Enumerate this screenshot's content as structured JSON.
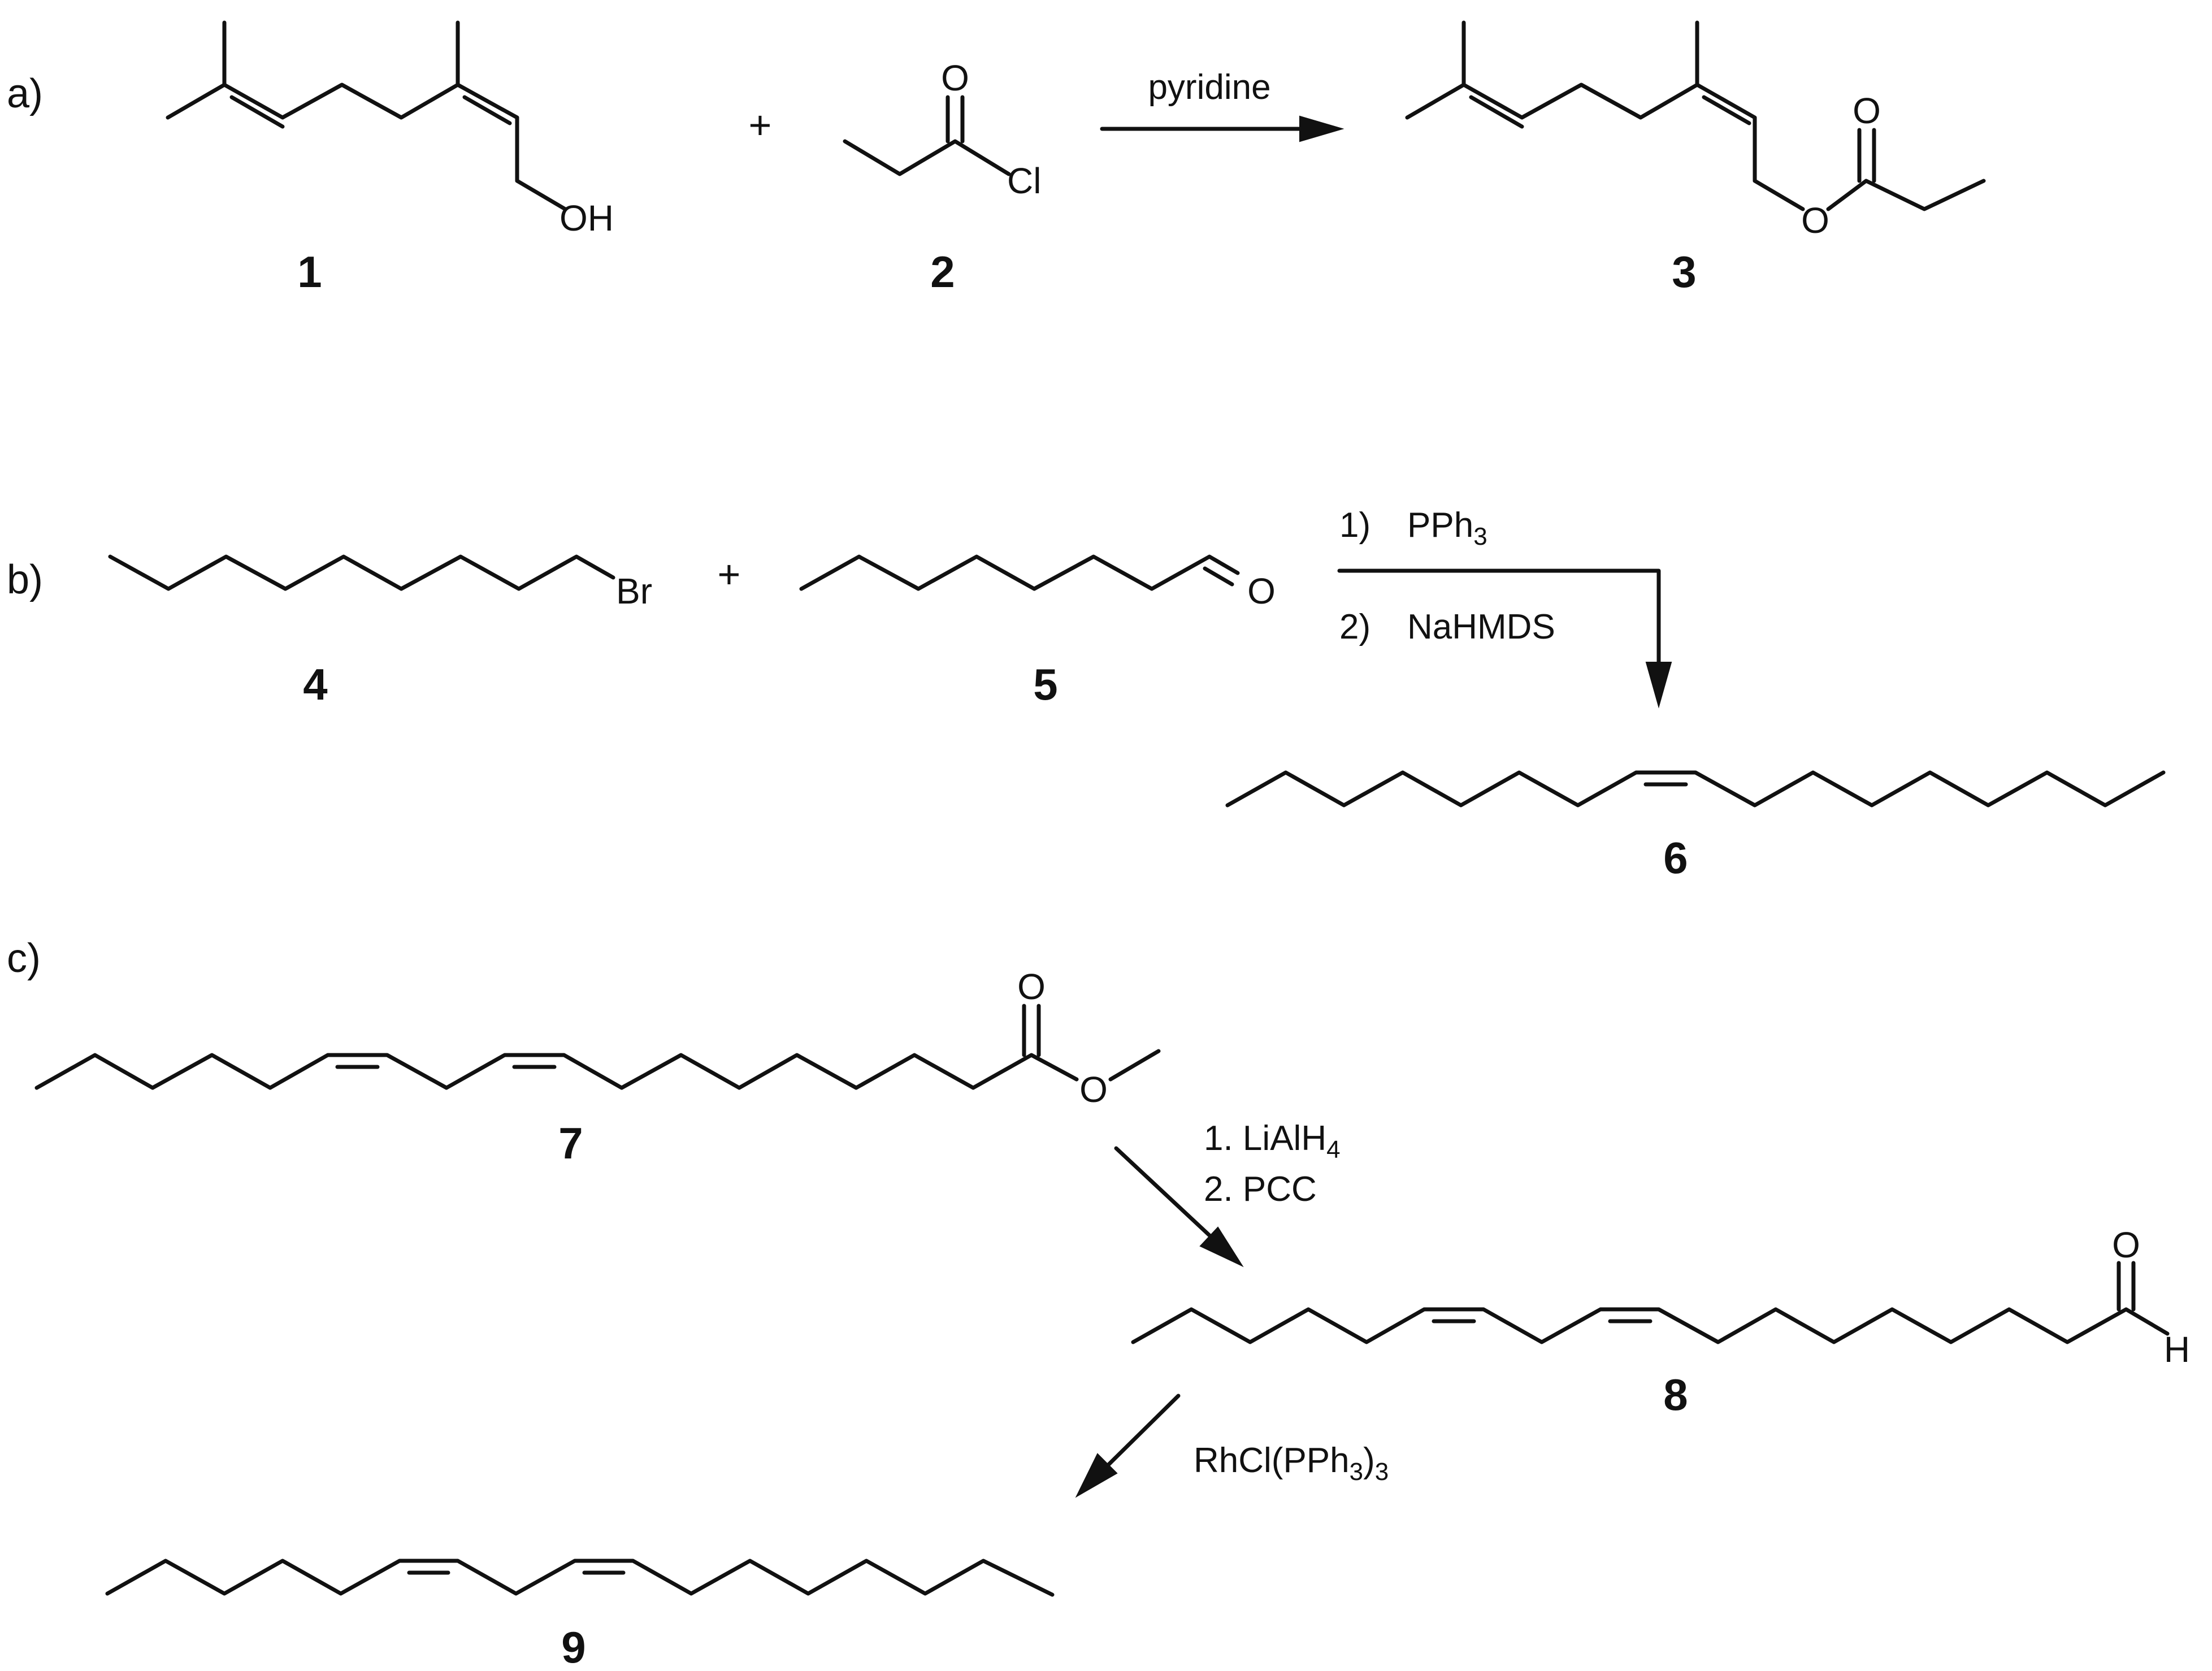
{
  "parts": {
    "a": "a)",
    "b": "b)",
    "c": "c)"
  },
  "plus": "+",
  "atoms": {
    "oh": "OH",
    "o": "O",
    "cl": "Cl",
    "br": "Br",
    "h": "H"
  },
  "compounds": {
    "c1": "1",
    "c2": "2",
    "c3": "3",
    "c4": "4",
    "c5": "5",
    "c6": "6",
    "c7": "7",
    "c8": "8",
    "c9": "9"
  },
  "conditions": {
    "a_reagent": "pyridine",
    "b_step1_num": "1)",
    "b_step1_reagent": "PPh",
    "b_step1_sub": "3",
    "b_step2_num": "2)",
    "b_step2_reagent": "NaHMDS",
    "c_step1_text": "1. LiAlH",
    "c_step1_sub": "4",
    "c_step2_text": "2. PCC",
    "c_step3_pre": "RhCl(PPh",
    "c_step3_sub": "3",
    "c_step3_post": ")",
    "c_step3_sub2": "3"
  }
}
